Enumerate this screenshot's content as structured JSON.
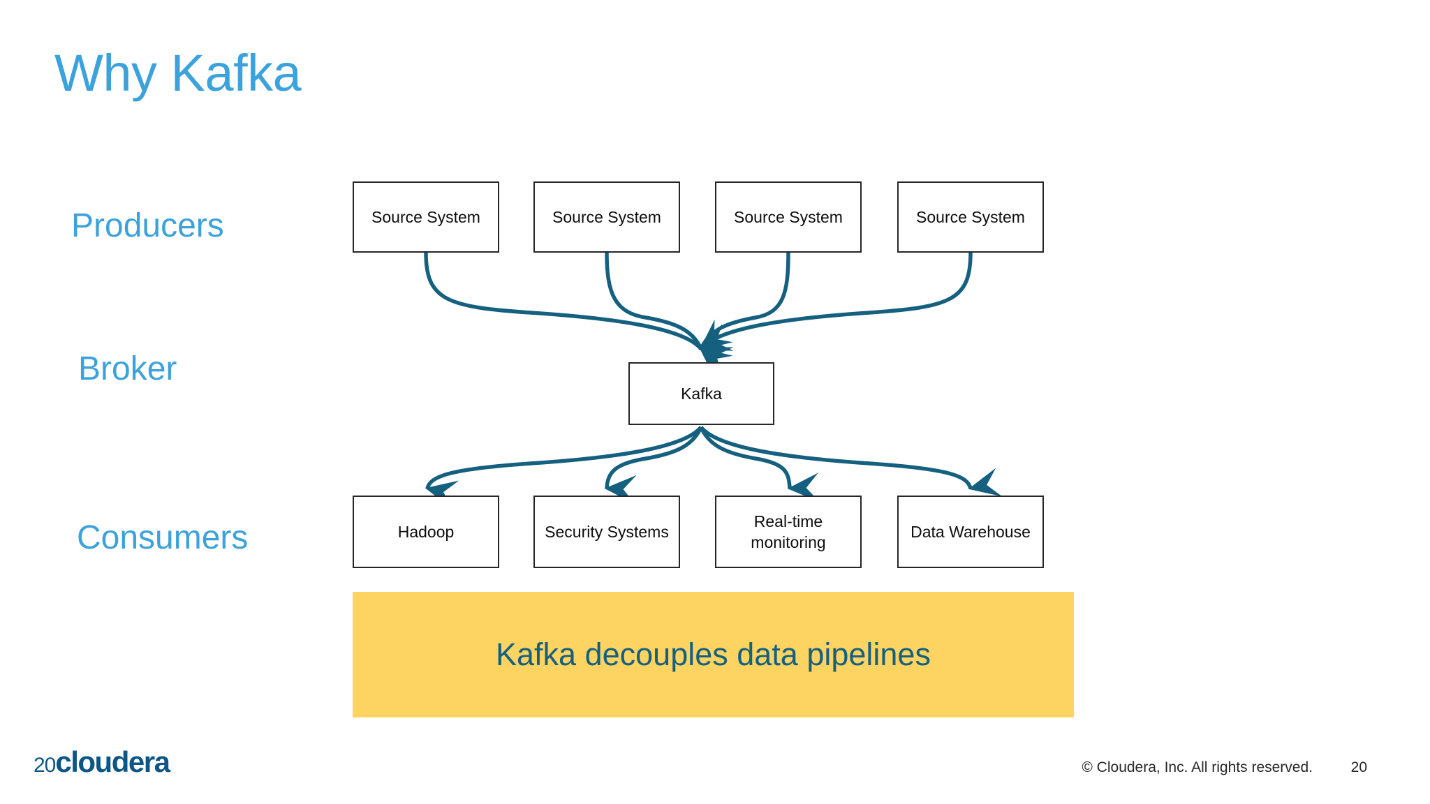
{
  "slide": {
    "title": "Why Kafka",
    "page_number": "20",
    "accent_blue": "#3BA2DB",
    "arrow_blue": "#15607F",
    "banner_yellow": "#FDD462",
    "box_border": "#262626"
  },
  "stages": {
    "producers_label": "Producers",
    "broker_label": "Broker",
    "consumers_label": "Consumers"
  },
  "producers": [
    {
      "label": "Source System"
    },
    {
      "label": "Source System"
    },
    {
      "label": "Source System"
    },
    {
      "label": "Source System"
    }
  ],
  "broker": {
    "label": "Kafka"
  },
  "consumers": [
    {
      "label": "Hadoop"
    },
    {
      "label": "Security Systems"
    },
    {
      "label": "Real-time monitoring"
    },
    {
      "label": "Data Warehouse"
    }
  ],
  "callout": {
    "text": "Kafka decouples data pipelines"
  },
  "footer": {
    "logo_number": "20",
    "logo_word": "cloudera",
    "copyright": "© Cloudera, Inc. All rights reserved.",
    "page_number": "20"
  }
}
